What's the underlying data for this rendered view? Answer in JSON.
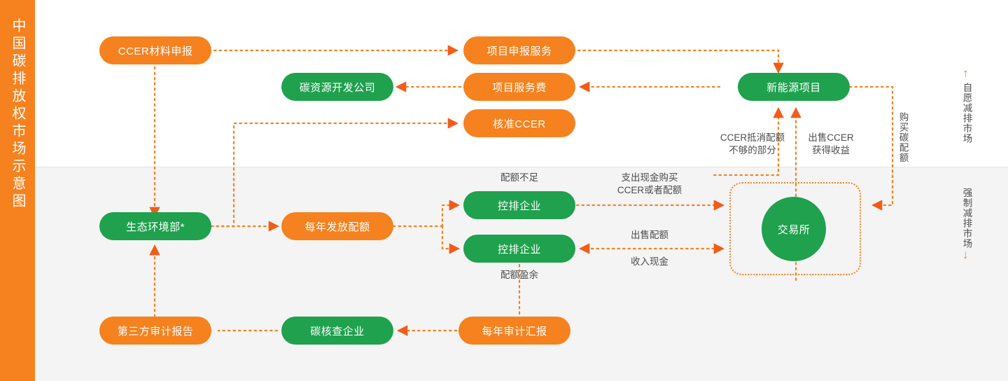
{
  "sidebar": {
    "title": "中国碳排放权市场示意图"
  },
  "theme": {
    "orange": "#f5821f",
    "green": "#1fa14e",
    "band_top": "#ffffff",
    "band_bottom": "#f4f4f4",
    "label_text": "#4d4d4d"
  },
  "nodes": {
    "ccer_material": {
      "label": "CCER材料申报",
      "color": "orange"
    },
    "carbon_dev_company": {
      "label": "碳资源开发公司",
      "color": "green"
    },
    "project_apply": {
      "label": "项目申报服务",
      "color": "orange"
    },
    "project_fee": {
      "label": "项目服务费",
      "color": "orange"
    },
    "approve_ccer": {
      "label": "核准CCER",
      "color": "orange"
    },
    "new_energy": {
      "label": "新能源项目",
      "color": "green"
    },
    "mee": {
      "label": "生态环境部*",
      "color": "green"
    },
    "annual_quota": {
      "label": "每年发放配额",
      "color": "orange"
    },
    "controlled_a": {
      "label": "控排企业",
      "color": "green"
    },
    "controlled_b": {
      "label": "控排企业",
      "color": "green"
    },
    "exchange": {
      "label": "交易所",
      "color": "green"
    },
    "third_party_report": {
      "label": "第三方审计报告",
      "color": "orange"
    },
    "verify_company": {
      "label": "碳核查企业",
      "color": "green"
    },
    "annual_audit": {
      "label": "每年审计汇报",
      "color": "orange"
    }
  },
  "labels": {
    "ccer_offset": "CCER抵消配额\n不够的部分",
    "sell_ccer": "出售CCER\n获得收益",
    "buy_quota": "购买碳配额",
    "quota_short": "配额不足",
    "quota_surplus": "配额盈余",
    "spend_cash": "支出现金购买\nCCER或者配额",
    "sell_quota": "出售配额",
    "income_cash": "收入现金"
  },
  "markets": {
    "voluntary": {
      "label": "自愿减排市场",
      "arrow": "↑"
    },
    "mandatory": {
      "label": "强制减排市场",
      "arrow": "↓"
    }
  }
}
